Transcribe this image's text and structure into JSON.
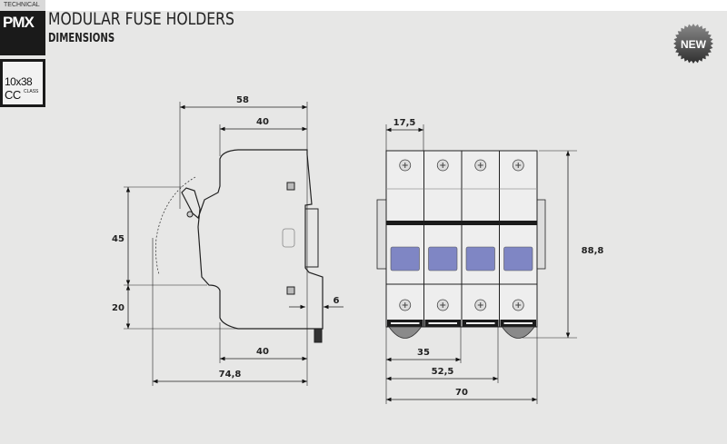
{
  "header": {
    "category": "TECHNICAL",
    "brand": "PMX",
    "title": "MODULAR FUSE HOLDERS",
    "subtitle": "DIMENSIONS",
    "fuse_size": "10x38",
    "fuse_class_letters": "CC",
    "fuse_class_label": "CLASS",
    "badge": "NEW"
  },
  "side_view": {
    "overall_depth_top": "58",
    "body_depth_top": "40",
    "body_depth_bottom": "40",
    "overall_depth_open": "74,8",
    "height_upper": "45",
    "height_lower": "20",
    "rail_clip": "6"
  },
  "front_view": {
    "module_width": "17,5",
    "height": "88,8",
    "width_2p": "35",
    "width_3p": "52,5",
    "width_4p": "70",
    "poles": 4,
    "window_color": "#7f86c4"
  }
}
